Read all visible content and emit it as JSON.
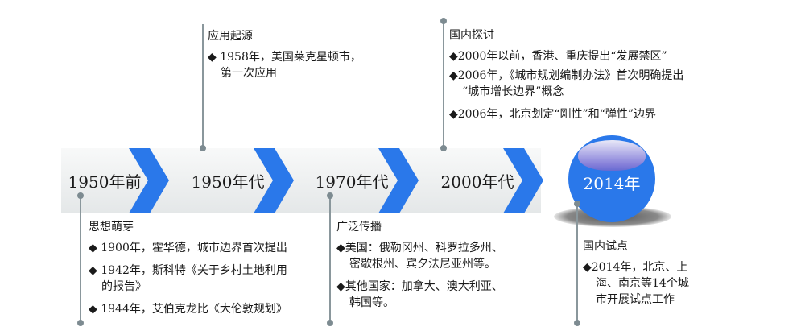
{
  "colors": {
    "accent": "#2a78ea",
    "connector": "#8a979c"
  },
  "eras": [
    "1950年前",
    "1950年代",
    "1970年代",
    "2000年代"
  ],
  "highlight": {
    "label": "2014年"
  },
  "blocks": {
    "idea": {
      "title": "思想萌芽",
      "items": [
        {
          "l1": "◆ 1900年，霍华德，城市边界首次提出"
        },
        {
          "l1": "◆ 1942年，斯科特《关于乡村土地利用",
          "l2": "的报告》"
        },
        {
          "l1": "◆ 1944年，艾伯克龙比《大伦敦规划》"
        }
      ]
    },
    "origin": {
      "title": "应用起源",
      "items": [
        {
          "l1": "◆ 1958年，美国莱克星顿市，",
          "l2": "第一次应用"
        }
      ]
    },
    "spread": {
      "title": "广泛传播",
      "items": [
        {
          "l1": "◆美国：俄勒冈州、科罗拉多州、",
          "l2": "密歇根州、宾夕法尼亚州等。"
        },
        {
          "l1": "◆其他国家：加拿大、澳大利亚、",
          "l2": "韩国等。"
        }
      ]
    },
    "domestic": {
      "title": "国内探讨",
      "items": [
        {
          "l1": "◆2000年以前，香港、重庆提出“发展禁区”"
        },
        {
          "l1": "◆2006年，《城市规划编制办法》首次明确提出",
          "l2": "“城市增长边界”概念"
        },
        {
          "l1": "◆2006年，北京划定“刚性”和“弹性”边界"
        }
      ]
    },
    "pilot": {
      "title": "国内试点",
      "items": [
        {
          "l1": "◆2014年，北京、上",
          "l2": "海、南京等14个城",
          "l3": "市开展试点工作"
        }
      ]
    }
  }
}
